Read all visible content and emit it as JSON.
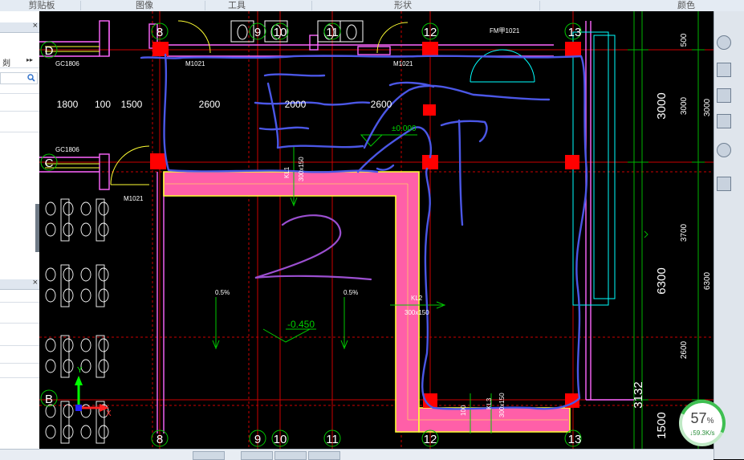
{
  "ribbon": {
    "groups": [
      "剪贴板",
      "图像",
      "工具",
      "形状",
      "颜色"
    ]
  },
  "left_panel": {
    "close_glyph": "×",
    "expand_glyph": "▸▸",
    "partial_label": "剡"
  },
  "axes": {
    "columns": [
      "8",
      "9",
      "10",
      "11",
      "12",
      "13"
    ],
    "rows": [
      "D",
      "C",
      "B"
    ]
  },
  "dimensions": {
    "top": [
      "1800",
      "100",
      "1500",
      "2600",
      "2000",
      "2600"
    ],
    "right_outer": [
      "3000",
      "6300",
      "3132",
      "1500"
    ],
    "right_inner": [
      "500",
      "3000",
      "3000",
      "3700",
      "6300",
      "2600"
    ]
  },
  "labels": {
    "window_gc1": "GC1806",
    "window_gc2": "GC1806",
    "door_m1": "M1021",
    "door_m2": "M1021",
    "door_m3": "M1021",
    "door_fm": "FM甲1021",
    "level_top": "±0.000",
    "level_bottom": "-0.450",
    "slope_left": "0.5%",
    "slope_right": "0.5%",
    "beam_h_tag": "KL1",
    "beam_h_dim": "300x150",
    "beam_v_tag": "KL2",
    "beam_v_dim": "300x150",
    "beam_b_tag": "KL3",
    "beam_b_dim": "300x150",
    "bottom_small": "100",
    "axis_x": "X",
    "axis_y": "Y"
  },
  "network_widget": {
    "percent": "57",
    "percent_sign": "%",
    "speed": "↓59.3K/s"
  },
  "colors": {
    "grid_line": "#cc0000",
    "wall": "#ff66ff",
    "beam_fill": "#ff5fa8",
    "beam_edge": "#ffff33",
    "column": "#ff0000",
    "annotation_blue": "#4b57e6",
    "annotation_purple": "#9b4fd0",
    "dim_green": "#00c800",
    "text_white": "#ffffff"
  }
}
